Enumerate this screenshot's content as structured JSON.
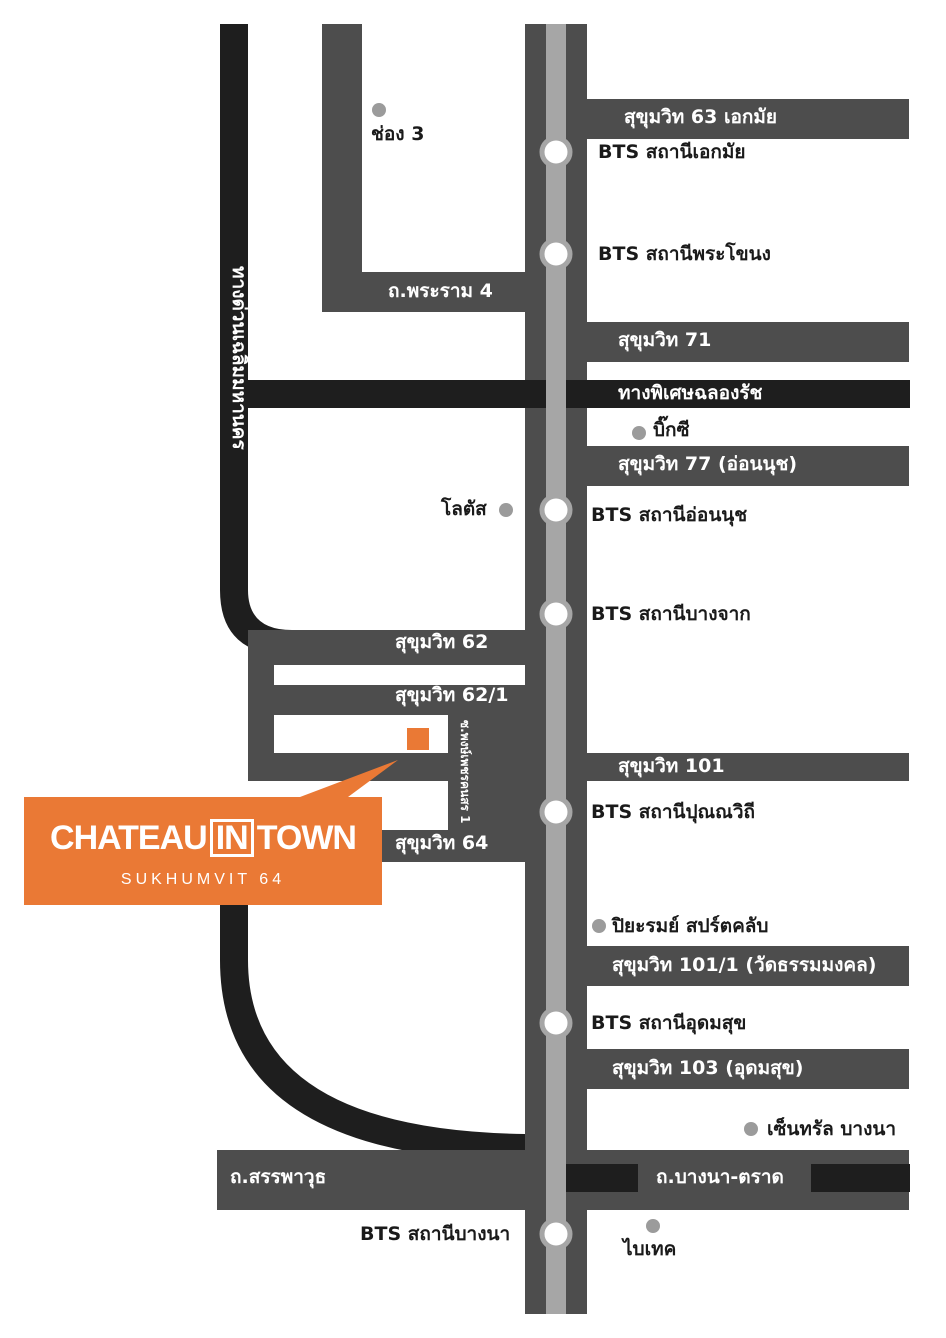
{
  "colors": {
    "road": "#4d4d4d",
    "expressway": "#1e1e1e",
    "bts_line": "#a6a6a6",
    "station": "#ffffff",
    "landmark": "#9b9b9b",
    "brand": "#ea7935",
    "label_dark": "#1a1a1a",
    "label_light": "#ffffff"
  },
  "roads": {
    "sukhumvit63": "สุขุมวิท 63 เอกมัย",
    "rama4": "ถ.พระราม 4",
    "sukhumvit71": "สุขุมวิท 71",
    "chalong_rat": "ทางพิเศษฉลองรัช",
    "sukhumvit77": "สุขุมวิท 77 (อ่อนนุช)",
    "sukhumvit62": "สุขุมวิท 62",
    "sukhumvit62_1": "สุขุมวิท 62/1",
    "sukhumvit101": "สุขุมวิท 101",
    "sukhumvit64": "สุขุมวิท 64",
    "sukhumvit101_1": "สุขุมวิท 101/1 (วัดธรรมมงคล)",
    "sukhumvit103": "สุขุมวิท 103 (อุดมสุข)",
    "sanphawut": "ถ.สรรพาวุธ",
    "bangna_trad": "ถ.บางนา-ตราด",
    "chaloem_expressway": "ทางด่วนเฉลิมมหานคร",
    "phoemsinthon_soi": "ซ.พงษ์เพชรคนสร 1"
  },
  "stations": {
    "ekkamai": "BTS สถานีเอกมัย",
    "phra_khanong": "BTS สถานีพระโขนง",
    "on_nut": "BTS สถานีอ่อนนุช",
    "bang_chak": "BTS สถานีบางจาก",
    "punnawithi": "BTS สถานีปุณณวิถี",
    "udom_suk": "BTS สถานีอุดมสุข",
    "bang_na": "BTS สถานีบางนา"
  },
  "landmarks": {
    "channel3": "ช่อง 3",
    "bigc": "บิ๊กซี",
    "lotus": "โลตัส",
    "piyarom": "ปิยะรมย์ สปร์ตคลับ",
    "central_bangna": "เซ็นทรัล บางนา",
    "bitec": "ไบเทค"
  },
  "brand": {
    "name_part1": "CHATEAU",
    "name_box": "IN",
    "name_part2": "TOWN",
    "subtitle": "SUKHUMVIT 64"
  }
}
